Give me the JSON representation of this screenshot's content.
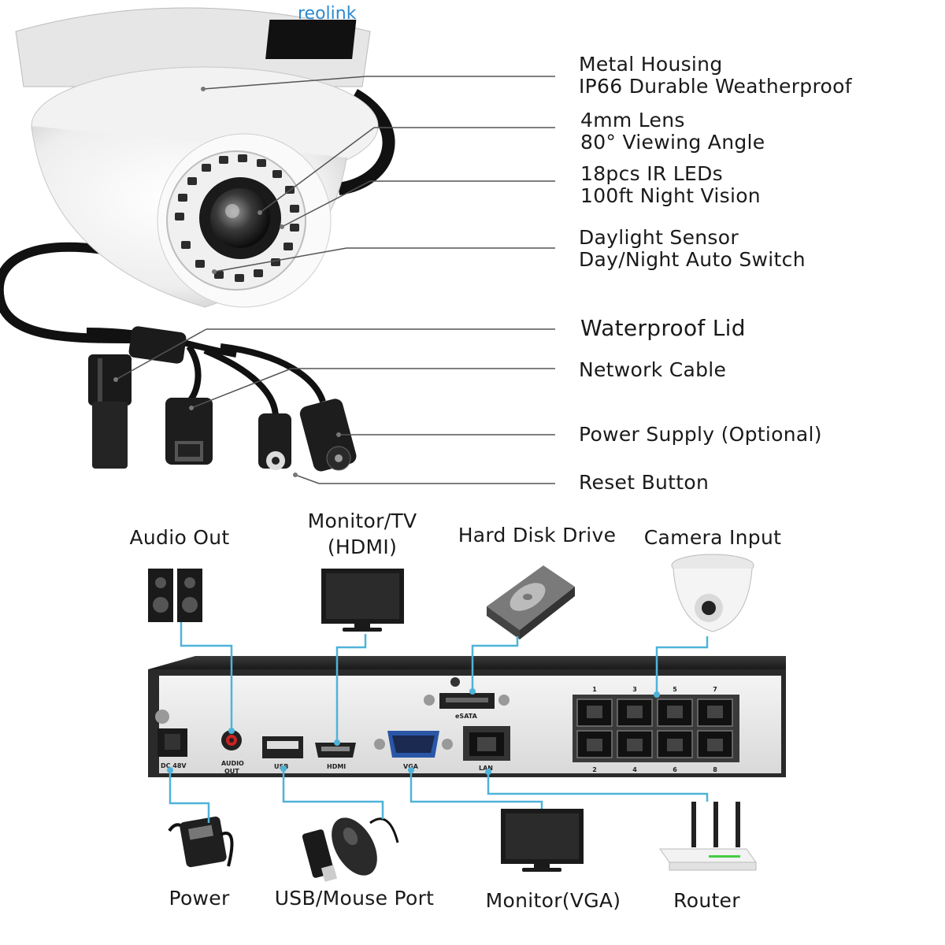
{
  "brand": "reolink",
  "camera_features": [
    {
      "line1": "Metal Housing",
      "line2": "IP66 Durable Weatherproof"
    },
    {
      "line1": "4mm Lens",
      "line2": "80° Viewing Angle"
    },
    {
      "line1": "18pcs IR LEDs",
      "line2": "100ft Night Vision"
    },
    {
      "line1": "Daylight Sensor",
      "line2": "Day/Night Auto Switch"
    }
  ],
  "cable_parts": [
    "Waterproof Lid",
    "Network Cable",
    "Power Supply (Optional)",
    "Reset Button"
  ],
  "top_devices": {
    "audio_out": "Audio Out",
    "monitor_hdmi_1": "Monitor/TV",
    "monitor_hdmi_2": "(HDMI)",
    "hdd": "Hard Disk Drive",
    "camera_input": "Camera Input"
  },
  "bottom_devices": {
    "power": "Power",
    "usb_mouse": "USB/Mouse Port",
    "monitor_vga": "Monitor(VGA)",
    "router": "Router"
  },
  "nvr_ports": {
    "dc": "DC 48V",
    "audio": "AUDIO",
    "audio_out": "OUT",
    "usb": "USB",
    "hdmi": "HDMI",
    "vga": "VGA",
    "esata": "eSATA",
    "lan": "LAN",
    "poe_top": [
      "1",
      "3",
      "5",
      "7"
    ],
    "poe_bottom": [
      "2",
      "4",
      "6",
      "8"
    ]
  },
  "colors": {
    "connector_line": "#4fb3d9",
    "callout_line": "#555555",
    "nvr_body": "#2a2a2a"
  }
}
